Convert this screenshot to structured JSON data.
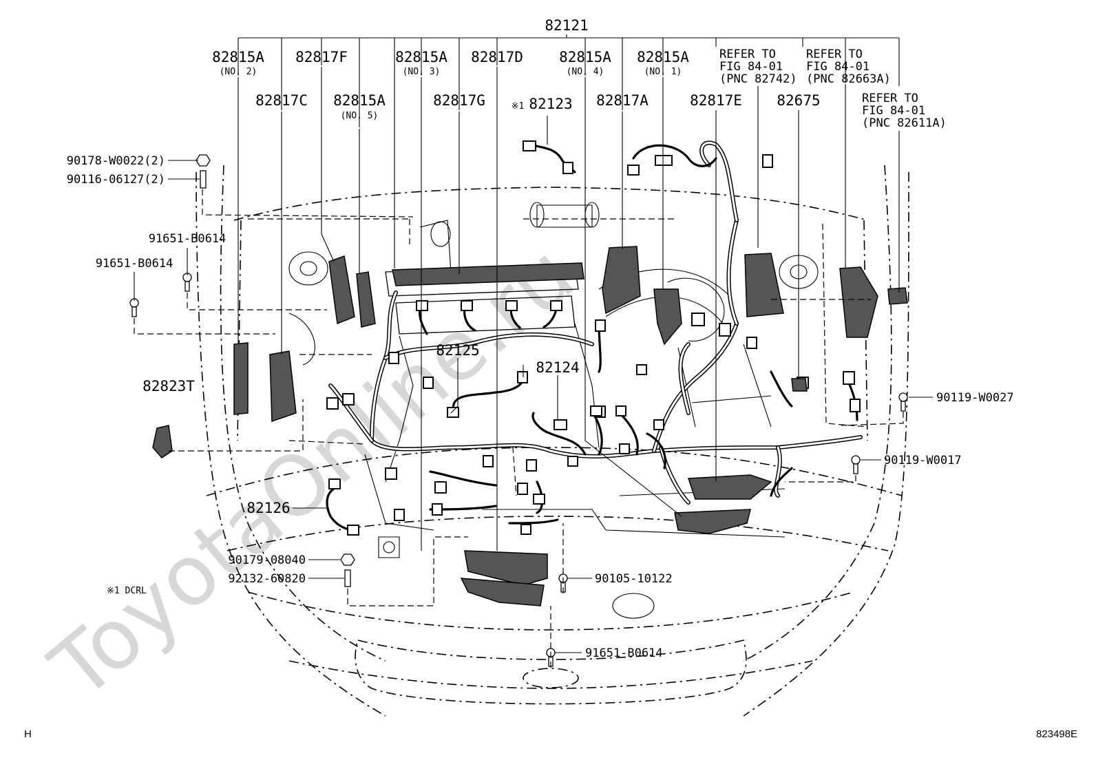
{
  "watermark": "ToyotaOnline.ru",
  "main_part": "82121",
  "top_labels": [
    {
      "code": "82815A",
      "sub": "(NO. 2)"
    },
    {
      "code": "82817F",
      "sub": ""
    },
    {
      "code": "82815A",
      "sub": "(NO. 3)"
    },
    {
      "code": "82817D",
      "sub": ""
    },
    {
      "code": "82815A",
      "sub": "(NO. 4)"
    },
    {
      "code": "82815A",
      "sub": "(NO. 1)"
    }
  ],
  "second_labels": [
    {
      "code": "82817C",
      "sub": ""
    },
    {
      "code": "82815A",
      "sub": "(NO. 5)"
    },
    {
      "code": "82817G",
      "sub": ""
    },
    {
      "code": "82123",
      "sub": "※1"
    },
    {
      "code": "82817A",
      "sub": ""
    },
    {
      "code": "82817E",
      "sub": ""
    },
    {
      "code": "82675",
      "sub": ""
    }
  ],
  "refer_notes": [
    {
      "line1": "REFER TO",
      "line2": "FIG  84-01",
      "line3": "(PNC 82742)"
    },
    {
      "line1": "REFER TO",
      "line2": "FIG  84-01",
      "line3": "(PNC 82663A)"
    },
    {
      "line1": "REFER TO",
      "line2": "FIG  84-01",
      "line3": "(PNC 82611A)"
    }
  ],
  "fasteners": {
    "nut_top": "90178-W0022(2)",
    "stud_top": "90116-06127(2)",
    "bolt_left_a": "91651-B0614",
    "bolt_left_b": "91651-B0614",
    "bolt_right_a": "90119-W0027",
    "bolt_right_b": "90119-W0017",
    "nut_bottom": "90179-08040",
    "stud_bottom": "92132-60820",
    "bolt_bottom_a": "90105-10122",
    "bolt_bottom_b": "91651-B0614"
  },
  "inner_labels": {
    "p82125": "82125",
    "p82124": "82124",
    "p82823T": "82823T",
    "p82126": "82126"
  },
  "footnote": "※1 DCRL",
  "corner_left": "H",
  "corner_right": "823498E"
}
